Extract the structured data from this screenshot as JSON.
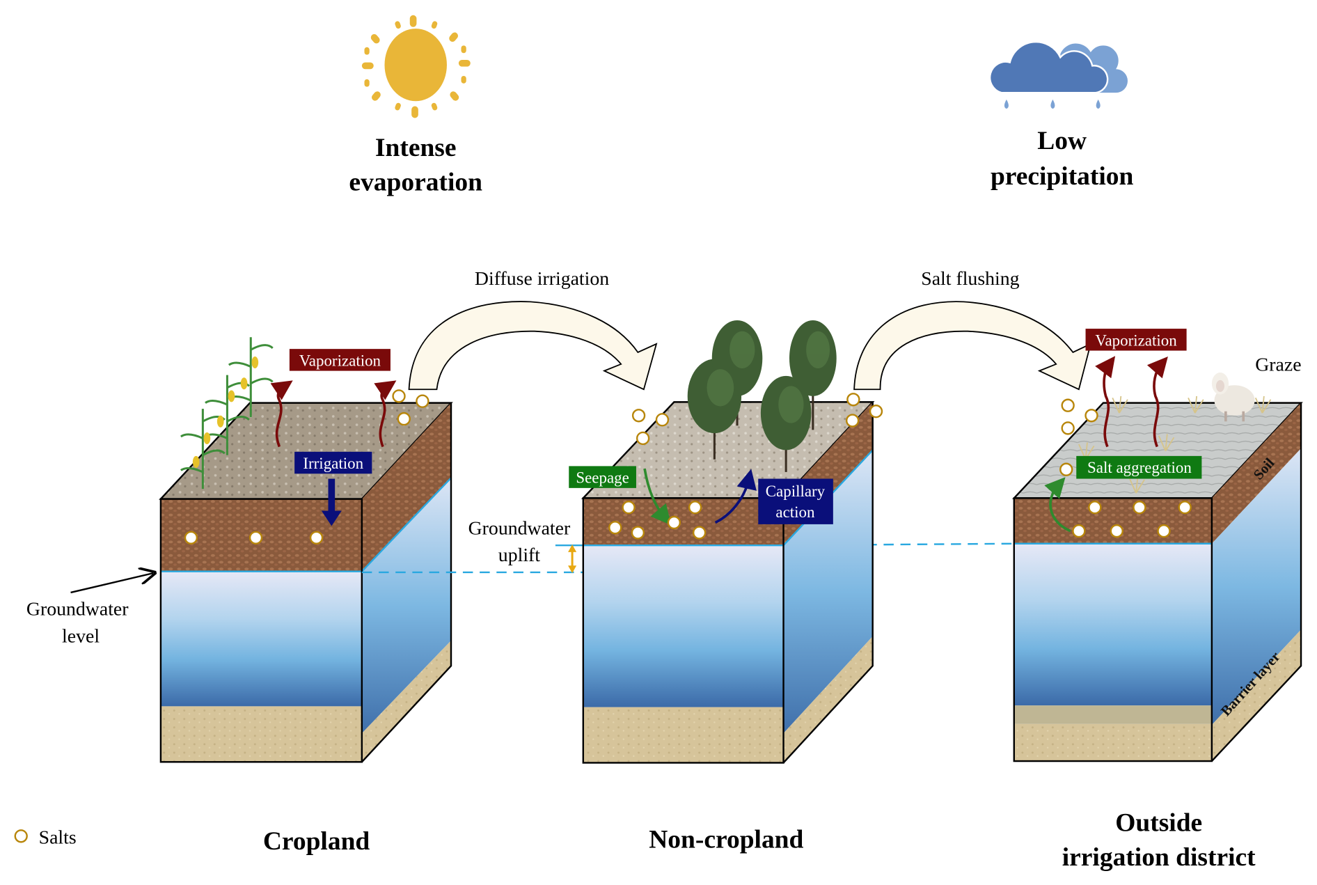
{
  "climate": {
    "sun": {
      "icon": "sun-icon",
      "label_line1": "Intense",
      "label_line2": "evaporation",
      "color": "#E9B638"
    },
    "cloud": {
      "icon": "rain-cloud-icon",
      "label_line1": "Low",
      "label_line2": "precipitation",
      "color_front": "#5078B6",
      "color_back": "#7BA2D4"
    }
  },
  "flows": {
    "diffuse_irrigation": "Diffuse irrigation",
    "salt_flushing": "Salt flushing"
  },
  "cropland": {
    "title": "Cropland",
    "vaporization": "Vaporization",
    "irrigation": "Irrigation",
    "groundwater_level_line1": "Groundwater",
    "groundwater_level_line2": "level"
  },
  "noncropland": {
    "title": "Non-cropland",
    "seepage": "Seepage",
    "capillary_line1": "Capillary",
    "capillary_line2": "action",
    "uplift_line1": "Groundwater",
    "uplift_line2": "uplift"
  },
  "outside": {
    "title_line1": "Outside",
    "title_line2": "irrigation district",
    "vaporization": "Vaporization",
    "salt_aggregation": "Salt aggregation",
    "graze": "Graze",
    "soil": "Soil",
    "barrier_layer": "Barrier layer"
  },
  "legend": {
    "salts": "Salts"
  },
  "colors": {
    "vapor_box": "#7A0A0A",
    "irrigation_box": "#0A0F7A",
    "green_box": "#0F7A12",
    "salt_ring": "#B8860B",
    "groundwater_line": "#29A8E0"
  }
}
